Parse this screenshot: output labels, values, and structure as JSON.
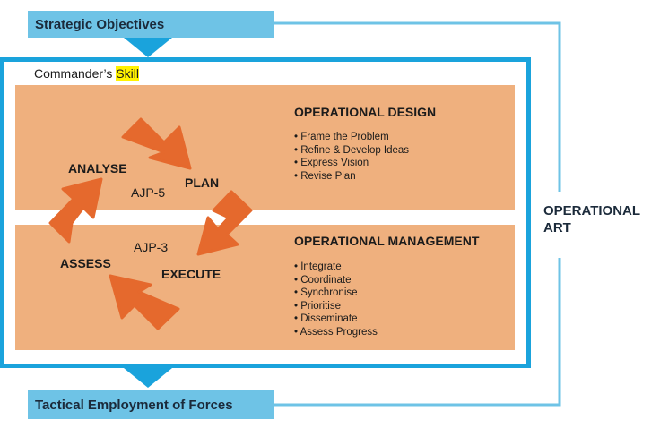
{
  "banners": {
    "top": "Strategic Objectives",
    "bottom": "Tactical Employment of Forces"
  },
  "frame": {
    "title_prefix": "Commander’s ",
    "title_highlight": "Skill"
  },
  "design": {
    "title": "OPERATIONAL DESIGN",
    "items": [
      "Frame the Problem",
      "Refine & Develop Ideas",
      "Express Vision",
      "Revise Plan"
    ]
  },
  "management": {
    "title": "OPERATIONAL MANAGEMENT",
    "items": [
      "Integrate",
      "Coordinate",
      "Synchronise",
      "Prioritise",
      "Disseminate",
      "Assess Progress"
    ]
  },
  "cycle": {
    "analyse": "ANALYSE",
    "plan": "PLAN",
    "execute": "EXECUTE",
    "assess": "ASSESS",
    "ajp5": "AJP-5",
    "ajp3": "AJP-3"
  },
  "operational_art": {
    "line1": "OPERATIONAL",
    "line2": "ART"
  },
  "colors": {
    "banner": "#6ec3e6",
    "frame": "#1aa3dc",
    "panel": "#efb07e",
    "arrow": "#e5692d",
    "highlight": "#fff200"
  }
}
